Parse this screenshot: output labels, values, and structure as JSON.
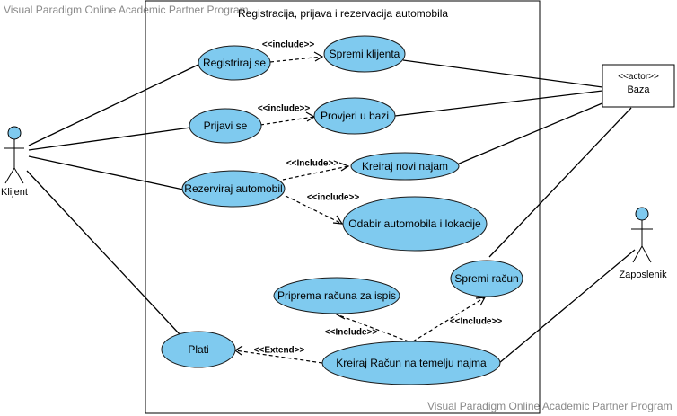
{
  "watermark": "Visual Paradigm Online Academic Partner Program",
  "system": {
    "title": "Registracija, prijava i rezervacija automobila"
  },
  "actors": {
    "klijent": "Klijent",
    "zaposlenik": "Zaposlenik",
    "baza_stereotype": "<<actor>>",
    "baza": "Baza"
  },
  "use_cases": {
    "registriraj": "Registriraj se",
    "spremi_klijenta": "Spremi klijenta",
    "prijavi": "Prijavi se",
    "provjeri": "Provjeri u bazi",
    "rezerviraj": "Rezerviraj automobil",
    "kreiraj_najam": "Kreiraj novi najam",
    "odabir": "Odabir automobila i lokacije",
    "spremi_racun": "Spremi račun",
    "priprema": "Priprema računa za ispis",
    "plati": "Plati",
    "kreiraj_racun": "Kreiraj Račun na temelju najma"
  },
  "relations": {
    "include_lower": "<<include>>",
    "include_cap": "<<Include>>",
    "extend": "<<Extend>>"
  },
  "colors": {
    "use_case_fill": "#7fcaef",
    "line": "#000000",
    "watermark": "#8a8a8a"
  }
}
